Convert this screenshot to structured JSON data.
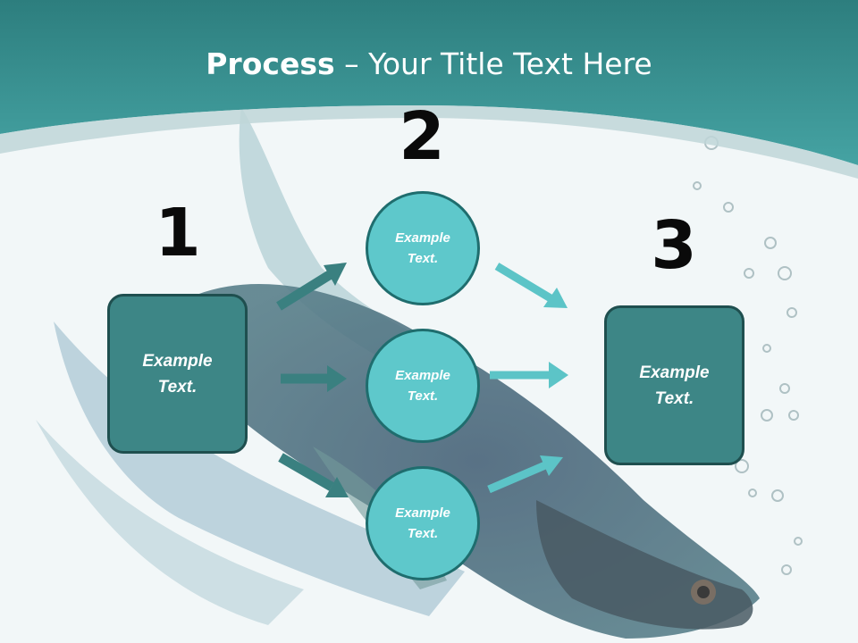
{
  "slide": {
    "title_bold": "Process",
    "title_separator": " – ",
    "title_rest": "Your Title Text Here"
  },
  "steps": {
    "n1": "1",
    "n2": "2",
    "n3": "3"
  },
  "nodes": {
    "left_box": {
      "line1": "Example",
      "line2": "Text."
    },
    "circle_top": {
      "line1": "Example",
      "line2": "Text."
    },
    "circle_mid": {
      "line1": "Example",
      "line2": "Text."
    },
    "circle_bot": {
      "line1": "Example",
      "line2": "Text."
    },
    "right_box": {
      "line1": "Example",
      "line2": "Text."
    }
  },
  "colors": {
    "header_teal": "#3a9393",
    "box_fill": "#3d8686",
    "circle_fill": "#5ec8cb",
    "arrow_dark": "#3a8080",
    "arrow_light": "#5cc4c7"
  },
  "background_image": "betta-fish-photo"
}
